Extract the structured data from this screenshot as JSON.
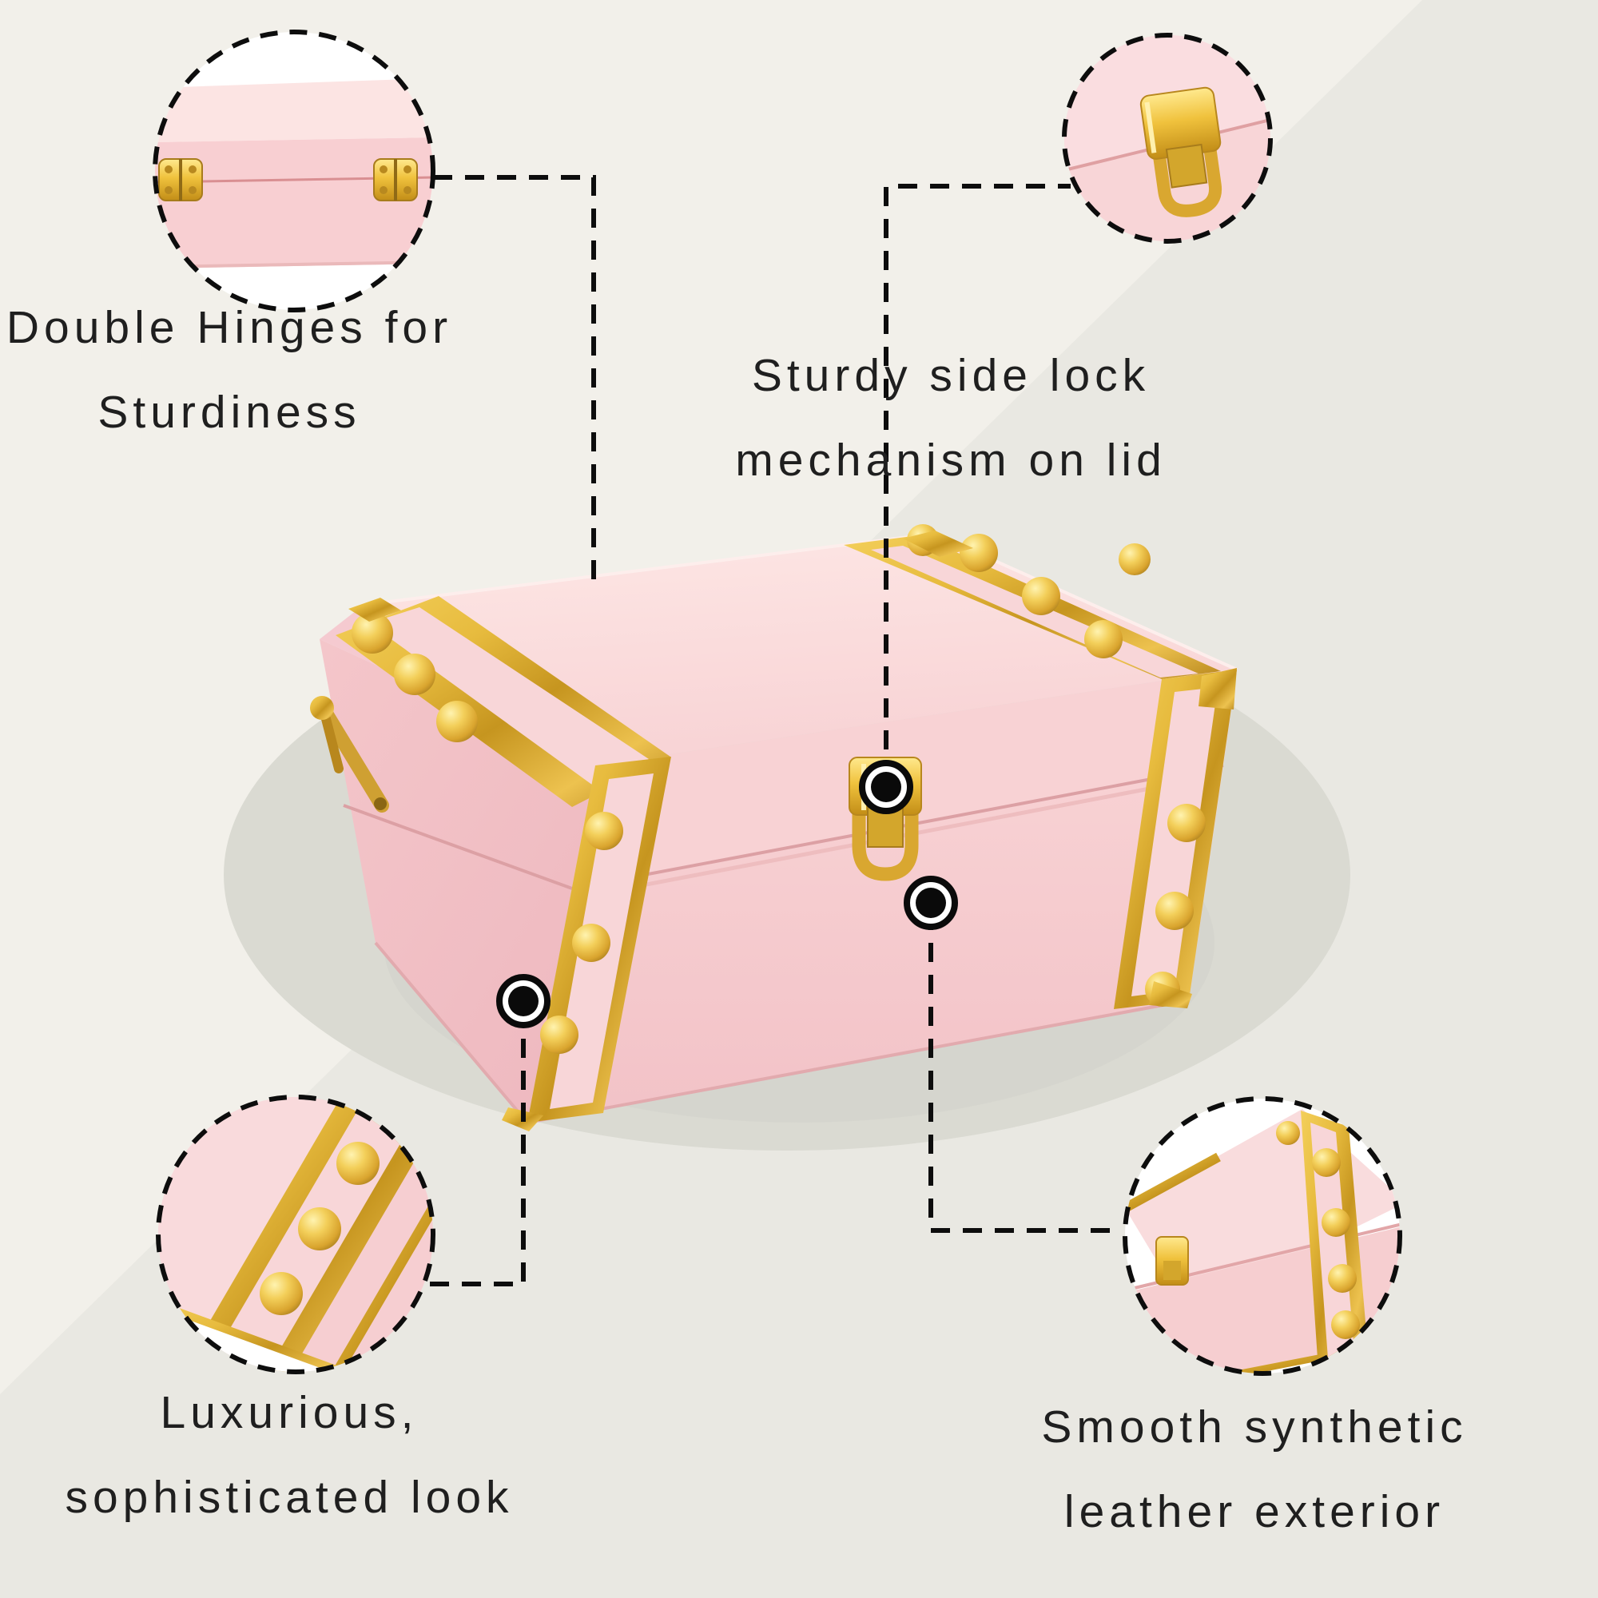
{
  "callouts": {
    "top_left": {
      "line1": "Double Hinges for",
      "line2": "Sturdiness"
    },
    "top_right": {
      "line1": "Sturdy side lock",
      "line2": "mechanism on lid"
    },
    "bottom_left": {
      "line1": "Luxurious,",
      "line2": "sophisticated look"
    },
    "bottom_right": {
      "line1": "Smooth synthetic",
      "line2": "leather exterior"
    }
  },
  "colors": {
    "background_cream": "#f2f0ea",
    "background_gray": "#e9e8e2",
    "shadow_gray": "#dadad2",
    "box_pink": "#f7cfd1",
    "gold": "#d9a42e",
    "connector_black": "#0d0d0d",
    "text": "#1f1f1f"
  }
}
